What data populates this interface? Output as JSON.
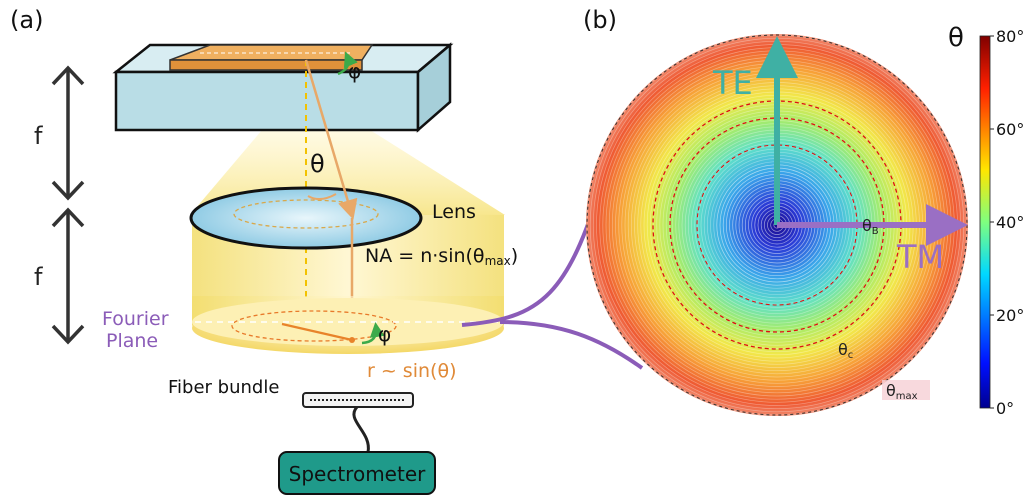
{
  "panel_a": {
    "tag": "(a)",
    "focal_upper": "f",
    "focal_lower": "f",
    "phi_top": "φ",
    "theta": "θ",
    "lens_label": "Lens",
    "na_prefix": "NA = n·sin(θ",
    "na_sub": "max",
    "na_suffix": ")",
    "fourier_line1": "Fourier",
    "fourier_line2": "Plane",
    "phi_bottom": "φ",
    "r_relation": "r ~ sin(θ)",
    "fiber_label": "Fiber bundle",
    "spectrometer_label": "Spectrometer"
  },
  "panel_b": {
    "tag": "(b)",
    "te_label": "TE",
    "tm_label": "TM",
    "theta_b_main": "θ",
    "theta_b_sub": "B",
    "theta_c_main": "θ",
    "theta_c_sub": "c",
    "theta_max_main": "θ",
    "theta_max_sub": "max"
  },
  "colorbar": {
    "title": "θ",
    "ticks": [
      "80°",
      "60°",
      "40°",
      "20°",
      "0°"
    ],
    "tick_values": [
      80,
      60,
      40,
      20,
      0
    ],
    "min": 0,
    "max": 80
  },
  "colors": {
    "arrow_orange": "#e8a868",
    "purple": "#8b5cb8",
    "te_teal": "#3fb0a4",
    "tm_purple": "#9a6fc4",
    "spectrometer_fill": "#1f9a8a",
    "slab": "#b9dde6",
    "plate": "#e0913a",
    "fourier_text": "#8b5cb8"
  }
}
